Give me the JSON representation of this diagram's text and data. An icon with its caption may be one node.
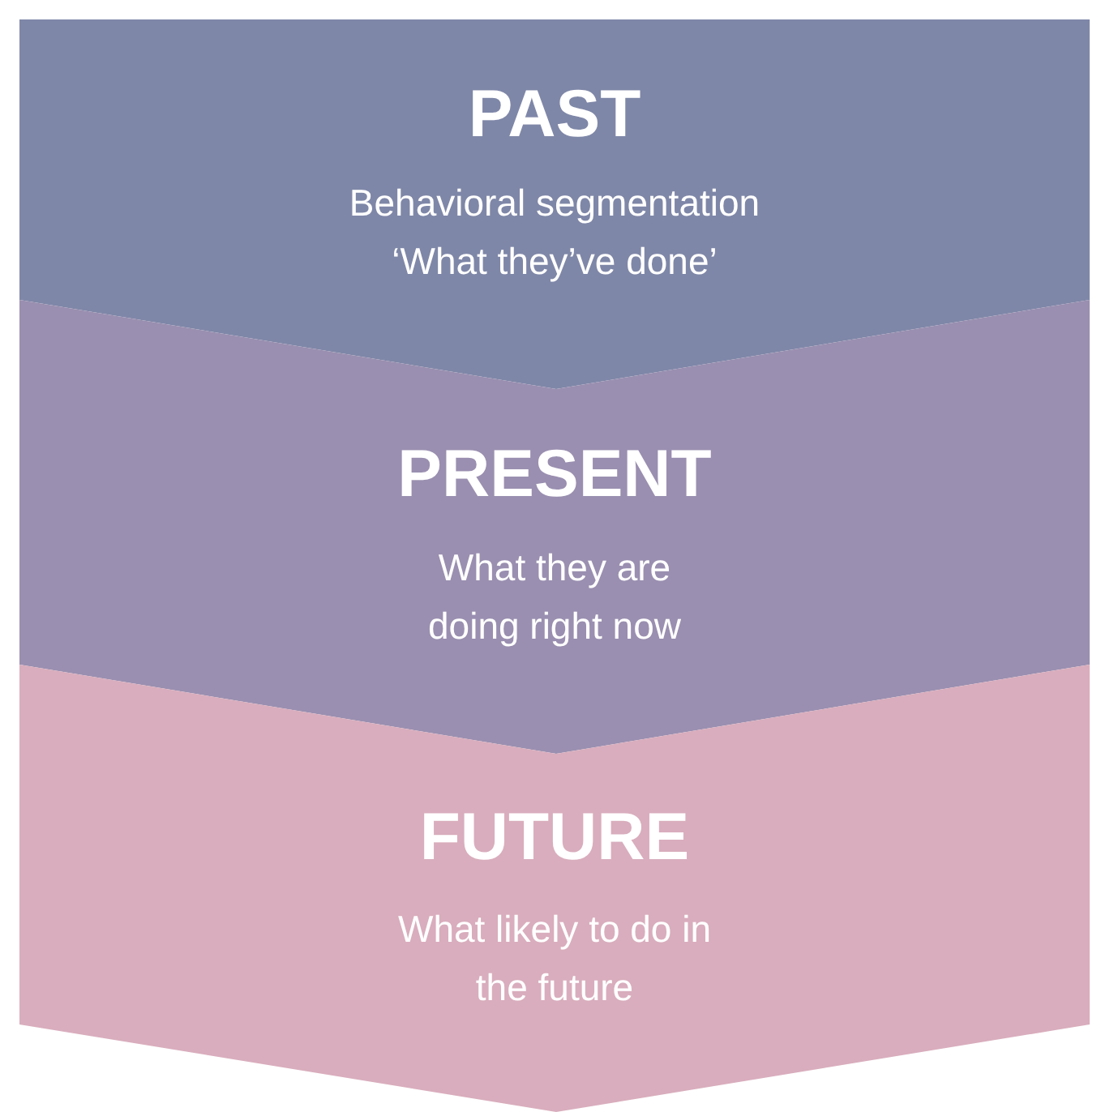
{
  "diagram": {
    "nodes": [
      {
        "text": [
          "PAST",
          "Behavioral segmentation ‘What they’ve done’"
        ]
      },
      {
        "text": [
          "PRESENT",
          "What they are doing right now"
        ]
      },
      {
        "text": [
          "FUTURE",
          "What likely to do in the future"
        ]
      }
    ]
  }
}
